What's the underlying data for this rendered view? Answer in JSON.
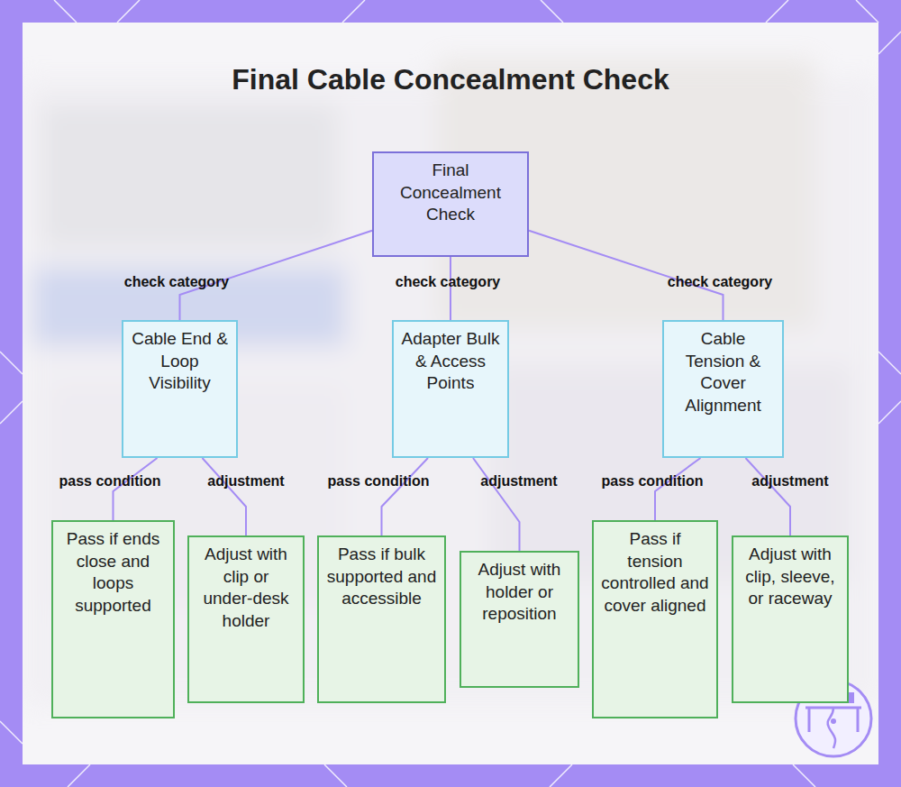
{
  "diagram": {
    "title": "Final Cable Concealment Check",
    "nodes": [
      {
        "text": [
          "Final Concealment Check"
        ]
      },
      {
        "text": [
          "Cable End & Loop Visibility"
        ]
      },
      {
        "text": [
          "Adapter Bulk & Access Points"
        ]
      },
      {
        "text": [
          "Cable Tension & Cover Alignment"
        ]
      },
      {
        "text": [
          "Pass if ends close and loops supported"
        ]
      },
      {
        "text": [
          "Adjust with clip or under-desk holder"
        ]
      },
      {
        "text": [
          "Pass if bulk supported and accessible"
        ]
      },
      {
        "text": [
          "Adjust with holder or reposition"
        ]
      },
      {
        "text": [
          "Pass if tension controlled and cover aligned"
        ]
      },
      {
        "text": [
          "Adjust with clip, sleeve, or raceway"
        ]
      }
    ],
    "edges": [
      {
        "from": 0,
        "to": 1,
        "label": "check category",
        "arrow": "none"
      },
      {
        "from": 0,
        "to": 2,
        "label": "check category",
        "arrow": "none"
      },
      {
        "from": 0,
        "to": 3,
        "label": "check category",
        "arrow": "none"
      },
      {
        "from": 1,
        "to": 4,
        "label": "pass condition",
        "arrow": "none"
      },
      {
        "from": 1,
        "to": 5,
        "label": "adjustment",
        "arrow": "none"
      },
      {
        "from": 2,
        "to": 6,
        "label": "pass condition",
        "arrow": "none"
      },
      {
        "from": 2,
        "to": 7,
        "label": "adjustment",
        "arrow": "none"
      },
      {
        "from": 3,
        "to": 8,
        "label": "pass condition",
        "arrow": "none"
      },
      {
        "from": 3,
        "to": 9,
        "label": "adjustment",
        "arrow": "none"
      }
    ]
  }
}
